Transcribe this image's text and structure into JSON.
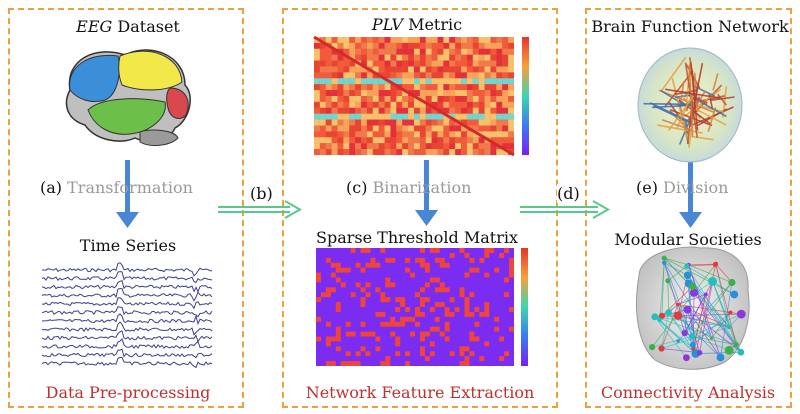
{
  "panels": {
    "left": {
      "title_italic": "EEG",
      "title_rest": " Dataset",
      "step_letter": "(a)",
      "step_text": "Transformation",
      "subtitle": "Time Series",
      "footer": "Data Pre-processing"
    },
    "middle": {
      "title_italic": "PLV",
      "title_rest": " Metric",
      "step_letter": "(c)",
      "step_text": "Binarization",
      "subtitle": "Sparse Threshold Matrix",
      "footer": "Network Feature Extraction"
    },
    "right": {
      "title": "Brain Function Network",
      "step_letter": "(e)",
      "step_text": "Division",
      "subtitle": "Modular Societies",
      "footer": "Connectivity Analysis"
    }
  },
  "connectors": {
    "b": "(b)",
    "d": "(d)"
  },
  "colors": {
    "panel_border": "#e8a33a",
    "footer_text": "#c0302c",
    "step_text": "#9a9a9a",
    "down_arrow": "#4a86d6",
    "side_arrow": "#58c98a",
    "matrix_hot": "#f25a3c",
    "matrix_cold": "#7a2cf0"
  }
}
